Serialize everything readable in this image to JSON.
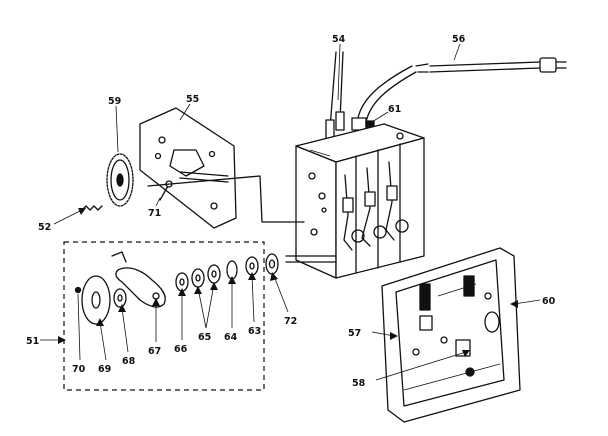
{
  "labels": {
    "p51": "51",
    "p52": "52",
    "p54": "54",
    "p55": "55",
    "p56": "56",
    "p57": "57",
    "p58": "58",
    "p59": "59",
    "p60": "60",
    "p61": "61",
    "p63": "63",
    "p64": "64",
    "p65": "65",
    "p66": "66",
    "p67": "67",
    "p68": "68",
    "p69": "69",
    "p70": "70",
    "p71": "71",
    "p72": "72"
  }
}
